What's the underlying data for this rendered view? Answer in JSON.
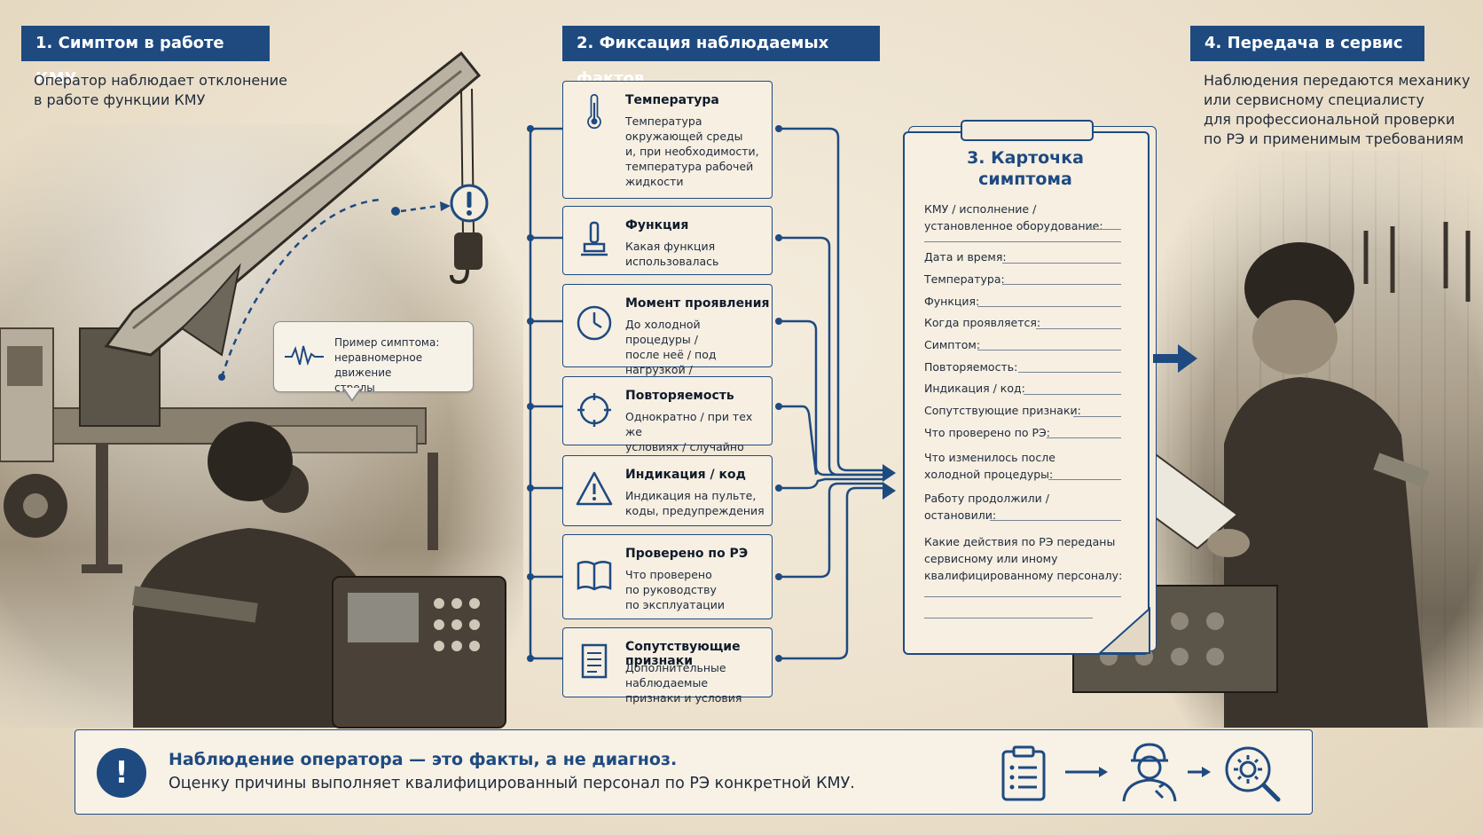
{
  "step1": {
    "title": "1. Симптом в работе КМУ",
    "description": "Оператор наблюдает отклонение\nв работе функции КМУ",
    "bubble": "Пример симптома:\nнеравномерное движение\nстрелы"
  },
  "step2": {
    "title": "2. Фиксация наблюдаемых фактов",
    "facts": [
      {
        "title": "Температура",
        "body": "Температура\nокружающей среды\nи, при необходимости,\nтемпература рабочей\nжидкости",
        "icon": "thermometer-icon"
      },
      {
        "title": "Функция",
        "body": "Какая функция\nиспользовалась",
        "icon": "joystick-icon"
      },
      {
        "title": "Момент проявления",
        "body": "До холодной процедуры /\nпосле неё / под нагрузкой /\nпосле перерыва",
        "icon": "clock-icon"
      },
      {
        "title": "Повторяемость",
        "body": "Однократно / при тех же\nусловиях / случайно",
        "icon": "repeat-icon"
      },
      {
        "title": "Индикация / код",
        "body": "Индикация на пульте,\nкоды, предупреждения",
        "icon": "warning-icon"
      },
      {
        "title": "Проверено по РЭ",
        "body": "Что проверено\nпо руководству\nпо эксплуатации",
        "icon": "book-icon"
      },
      {
        "title": "Сопутствующие признаки",
        "body": "Дополнительные наблюдаемые\nпризнаки и условия",
        "icon": "document-icon"
      }
    ]
  },
  "step3": {
    "title": "3. Карточка\nсимптома",
    "rows": [
      "КМУ / исполнение /\nустановленное оборудование:",
      "Дата и время:",
      "Температура:",
      "Функция:",
      "Когда проявляется:",
      "Симптом:",
      "Повторяемость:",
      "Индикация / код:",
      "Сопутствующие признаки:",
      "Что проверено по РЭ:",
      "Что изменилось после\nхолодной процедуры:",
      "Работу продолжили /\nостановили:",
      "Какие действия по РЭ переданы\nсервисному или иному\nквалифицированному персоналу:"
    ]
  },
  "step4": {
    "title": "4. Передача в сервис",
    "description": "Наблюдения передаются механику\nили сервисному специалисту\nдля профессиональной проверки\nпо РЭ и применимым требованиям"
  },
  "banner": {
    "title": "Наблюдение оператора — это факты, а не диагноз.",
    "text": "Оценку причины выполняет квалифицированный персонал по РЭ конкретной КМУ.",
    "icons": [
      "clipboard-icon",
      "mechanic-icon",
      "gear-magnifier-icon"
    ]
  },
  "colors": {
    "accent": "#1e4a80",
    "background": "#ece1cd"
  }
}
